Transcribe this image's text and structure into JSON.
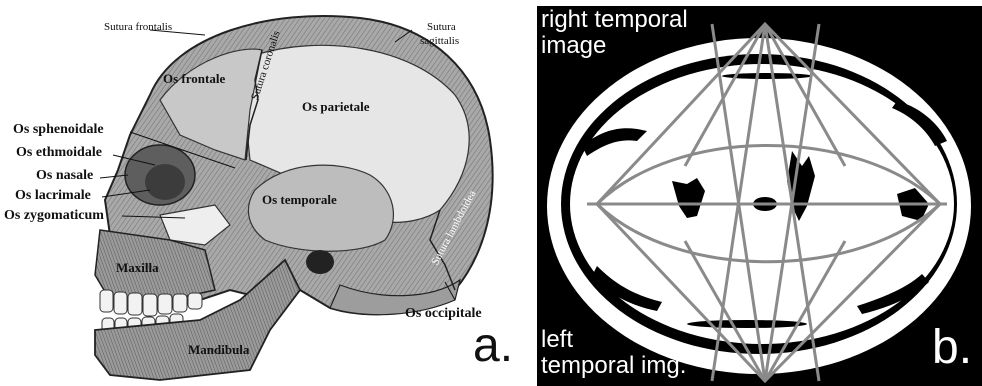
{
  "panel_a": {
    "labels": {
      "sutura_frontalis": "Sutura frontalis",
      "sutura_sagittalis_1": "Sutura",
      "sutura_sagittalis_2": "sagittalis",
      "sutura_coronalis": "Sutura coronalis",
      "os_frontale": "Os frontale",
      "os_parietale": "Os parietale",
      "os_sphenoidale": "Os sphenoidale",
      "os_ethmoidale": "Os ethmoidale",
      "os_nasale": "Os nasale",
      "os_lacrimale": "Os lacrimale",
      "os_zygomaticum": "Os zygomaticum",
      "os_temporale": "Os temporale",
      "sutura_lambdoidea": "Sutura lambdoidea",
      "maxilla": "Maxilla",
      "mandibula": "Mandibula",
      "os_occipitale": "Os occipitale"
    },
    "panel_letter": "a."
  },
  "panel_b": {
    "top_label_1": "right temporal",
    "top_label_2": "image",
    "bottom_label_1": "left",
    "bottom_label_2": "temporal img.",
    "panel_letter": "b."
  },
  "colors": {
    "line_gray": "#8a8a8a",
    "bone_light": "#e4e4e4",
    "bone_mid": "#bdbdbd",
    "bone_dark": "#8c8c8c",
    "background_b": "#000000"
  }
}
